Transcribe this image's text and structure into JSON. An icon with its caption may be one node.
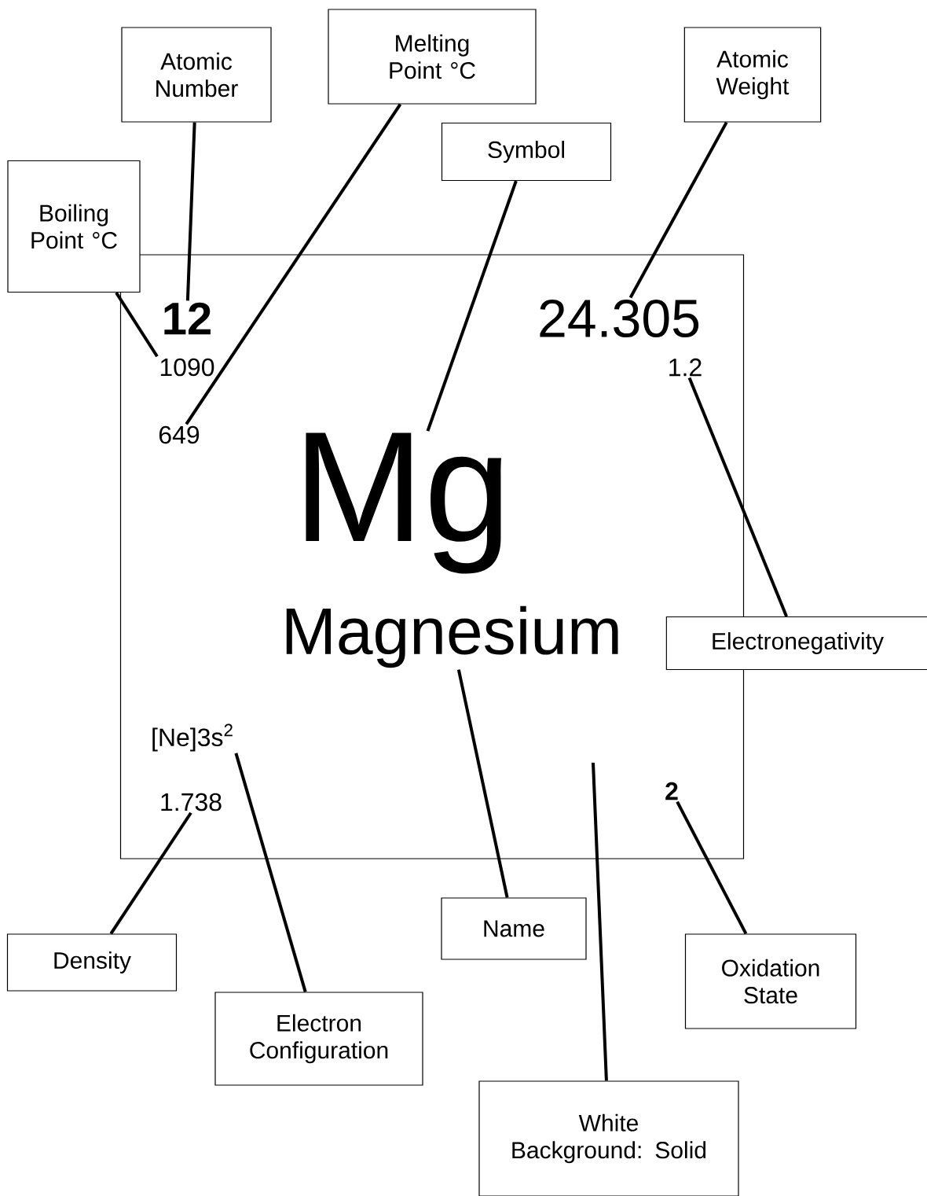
{
  "diagram": {
    "nodes": [
      {
        "text": [],
        "shape": "box"
      },
      {
        "text": [
          "Atomic Number"
        ]
      },
      {
        "text": [
          "Melting Point °C"
        ]
      },
      {
        "text": [
          "Symbol"
        ]
      },
      {
        "text": [
          "Atomic Weight"
        ]
      },
      {
        "text": [
          "Boiling Point °C"
        ]
      },
      {
        "text": [
          "12"
        ],
        "in": 0
      },
      {
        "text": [
          "24.305"
        ],
        "in": 0
      },
      {
        "text": [
          "1090"
        ],
        "in": 0
      },
      {
        "text": [
          "1.2"
        ],
        "in": 0
      },
      {
        "text": [
          "649"
        ],
        "in": 0
      },
      {
        "text": [
          "Mg"
        ],
        "in": 0
      },
      {
        "text": [
          "Magnesium"
        ],
        "in": 0
      },
      {
        "text": [
          "[Ne]3s$^{2}$"
        ],
        "in": 0
      },
      {
        "text": [
          "1.738"
        ],
        "in": 0
      },
      {
        "text": [
          "2"
        ],
        "in": 0
      },
      {
        "text": [
          "Electronegativity"
        ]
      },
      {
        "text": [
          "Density"
        ]
      },
      {
        "text": [
          "Electron Configuration"
        ]
      },
      {
        "text": [
          "Name"
        ]
      },
      {
        "text": [
          "Oxidation State"
        ]
      },
      {
        "text": [
          "White Background: Solid"
        ]
      }
    ],
    "edges": [
      {
        "from": 1,
        "to": 6,
        "arrow": "none"
      },
      {
        "from": 2,
        "to": 10,
        "arrow": "none"
      },
      {
        "from": 3,
        "to": 11,
        "arrow": "none"
      },
      {
        "from": 4,
        "to": 7,
        "arrow": "none"
      },
      {
        "from": 5,
        "to": 8,
        "arrow": "none"
      },
      {
        "from": 16,
        "to": 9,
        "arrow": "none"
      },
      {
        "from": 17,
        "to": 14,
        "arrow": "none"
      },
      {
        "from": 18,
        "to": 13,
        "arrow": "none"
      },
      {
        "from": 19,
        "to": 12,
        "arrow": "none"
      },
      {
        "from": 20,
        "to": 15,
        "arrow": "none"
      },
      {
        "from": 21,
        "to": 0,
        "arrow": "none"
      }
    ]
  }
}
